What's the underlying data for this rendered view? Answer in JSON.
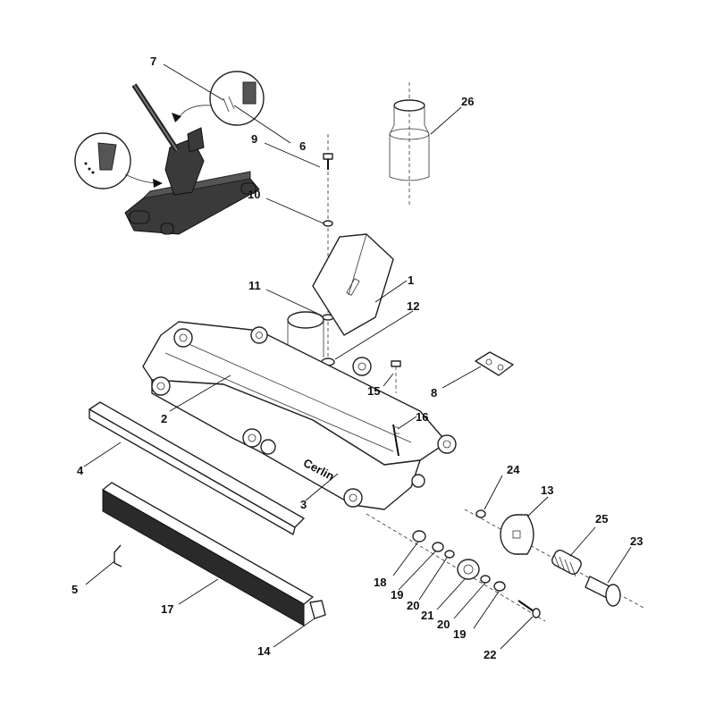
{
  "callouts": [
    {
      "id": "c1",
      "text": "1"
    },
    {
      "id": "c2",
      "text": "2"
    },
    {
      "id": "c3",
      "text": "3"
    },
    {
      "id": "c4",
      "text": "4"
    },
    {
      "id": "c5",
      "text": "5"
    },
    {
      "id": "c6",
      "text": "6"
    },
    {
      "id": "c7",
      "text": "7"
    },
    {
      "id": "c8",
      "text": "8"
    },
    {
      "id": "c9",
      "text": "9"
    },
    {
      "id": "c10",
      "text": "10"
    },
    {
      "id": "c11",
      "text": "11"
    },
    {
      "id": "c12",
      "text": "12"
    },
    {
      "id": "c13",
      "text": "13"
    },
    {
      "id": "c14",
      "text": "14"
    },
    {
      "id": "c15",
      "text": "15"
    },
    {
      "id": "c16",
      "text": "16"
    },
    {
      "id": "c17",
      "text": "17"
    },
    {
      "id": "c18",
      "text": "18"
    },
    {
      "id": "c19a",
      "text": "19"
    },
    {
      "id": "c19b",
      "text": "19"
    },
    {
      "id": "c20a",
      "text": "20"
    },
    {
      "id": "c20b",
      "text": "20"
    },
    {
      "id": "c21",
      "text": "21"
    },
    {
      "id": "c22",
      "text": "22"
    },
    {
      "id": "c23",
      "text": "23"
    },
    {
      "id": "c24",
      "text": "24"
    },
    {
      "id": "c25",
      "text": "25"
    },
    {
      "id": "c26",
      "text": "26"
    }
  ],
  "brand_mark": "Cerlin",
  "colors": {
    "line": "#111111",
    "background": "#ffffff",
    "shade": "#555555"
  }
}
